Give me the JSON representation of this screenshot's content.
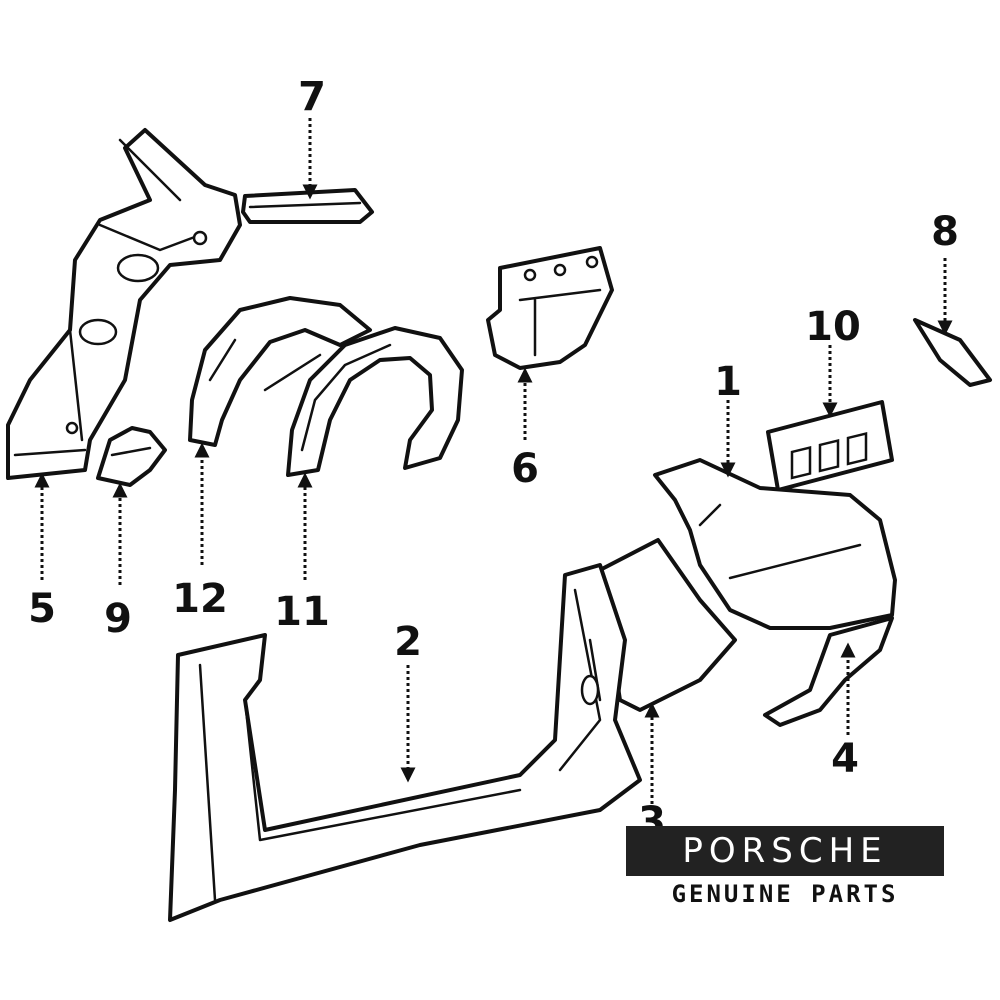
{
  "callouts": {
    "c1": "1",
    "c2": "2",
    "c3": "3",
    "c4": "4",
    "c5": "5",
    "c6": "6",
    "c7": "7",
    "c8": "8",
    "c9": "9",
    "c10": "10",
    "c11": "11",
    "c12": "12"
  },
  "branding": {
    "logo_text": "PORSCHE",
    "tagline": "GENUINE PARTS",
    "logo_bg": "#222222",
    "logo_fg": "#ffffff"
  }
}
